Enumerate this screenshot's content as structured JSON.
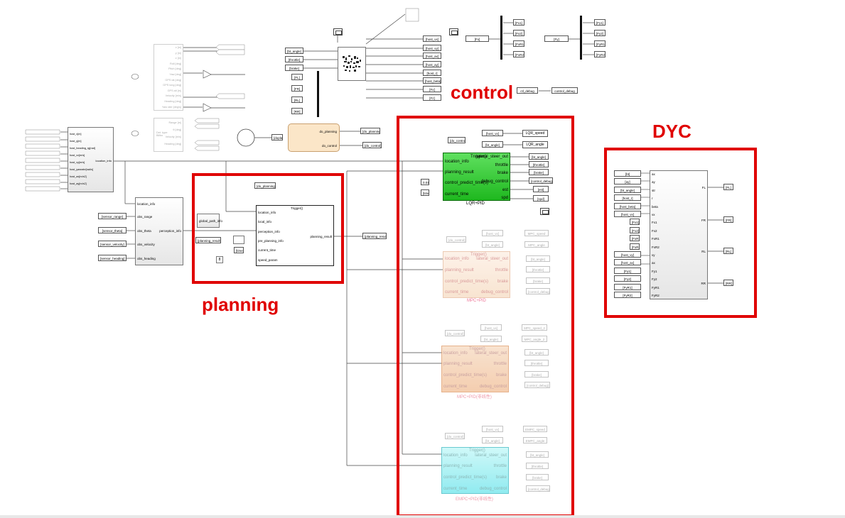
{
  "labels": {
    "control": "control",
    "dyc": "DYC",
    "planning": "planning"
  },
  "colors": {
    "highlight_red": "#e00000",
    "lqr_green": "#22c422",
    "mpc_orange": "#f5c9a8",
    "mpc_peach": "#f3d9c0",
    "empc_cyan": "#9ef0f0",
    "planning_peach": "#fbe6c8"
  },
  "feed_tags": {
    "top": [
      "[bt_angle]",
      "[throttle]",
      "[brake]"
    ],
    "wheels": [
      "[FL]",
      "[FR]",
      "[RL]",
      "[RR]"
    ],
    "sensor": [
      "[sensor_range]",
      "[sensor_theta]",
      "[sensor_velocity]",
      "[sensor_heading]"
    ],
    "plant_out": [
      "[host_vx]",
      "[host_vy]",
      "[host_ax]",
      "[host_ay]",
      "[host_r]",
      "[host_beta]",
      "[Fx]",
      "[Fz]"
    ],
    "fx_bus": "[Fx]",
    "fx_outs": [
      "[Fx1]",
      "[Fx2]",
      "[FxR1]",
      "[FxR2]"
    ],
    "fy_bus": "[Fy]",
    "fy_outs": [
      "[Fy1]",
      "[Fy2]",
      "[FyR1]",
      "[FyR2]"
    ],
    "ctrl_debug_in": "ctl_debug",
    "ctrl_debug_out": "control_debug",
    "dopla": "[dopla]",
    "do_planning": "[do_planning]",
    "do_control": "[do_control]"
  },
  "location_block": {
    "inputs": [
      "host_x[m]",
      "host_y[m]",
      "host_heading_rg[rad]",
      "host_vx[m/s]",
      "host_vy[m/s]",
      "host_yawrate[rad/s]",
      "host_ax[m/s2]",
      "host_ay[m/s2]"
    ],
    "output": "location_info"
  },
  "perception_block": {
    "inputs": [
      "obs_range",
      "obs_theta",
      "obs_velocity",
      "obs_heading"
    ],
    "top_input": "location_info",
    "output": "perception_info"
  },
  "sensor_panel": {
    "rows": [
      "x [m]",
      "y [m]",
      "z [m]",
      "Roll [deg]",
      "Pitch [deg]",
      "Yaw [deg]",
      "GPS lat [deg]",
      "GPS long [deg]",
      "GPS alt [m]",
      "Velocity [m/s]",
      "Heading [deg]",
      "Yaw rate [deg/s]"
    ]
  },
  "radar_panel": {
    "rows": [
      "Range [m]",
      "θ [deg]",
      "Velocity [m/s]",
      "Heading [deg]"
    ],
    "left": "Det. type: Billbo",
    "right": "θ [deg]"
  },
  "scheduler": {
    "out1": "do_planning",
    "out2": "do_control"
  },
  "planning_block": {
    "trigger": "Trigger()",
    "inputs": [
      "location_info",
      "local_info",
      "perception_info",
      "pre_planning_info",
      "current_time",
      "speed_param"
    ],
    "output": "planning_result",
    "left_tags": [
      "global_path_info",
      "[planning_result]",
      "[time]"
    ],
    "top_tag": "[do_planning]",
    "const": "8",
    "out_tag": "[planning_result]"
  },
  "controllers": [
    {
      "name": "LQR+PID",
      "trigger": "Trigger()",
      "inputs": [
        "location_info",
        "planning_result",
        "control_predict_time(s)",
        "current_time"
      ],
      "outputs": [
        "lateral_steer_out",
        "throttle",
        "brake",
        "debug_control",
        "est",
        "spd"
      ],
      "out_tags": [
        "[bt_angle]",
        "[throttle]",
        "[brake]",
        "[control_debug]",
        "[est]",
        "[spd]"
      ],
      "top_tags": [
        "[host_vx]",
        "[bt_angle]"
      ],
      "top_outs": [
        "LQR_speed",
        "LQR_angle"
      ],
      "do_tag": "[do_control]",
      "const": "0.01",
      "time_tag": "[time]"
    },
    {
      "name": "MPC+PID",
      "trigger": "Trigger()",
      "inputs": [
        "location_info",
        "planning_result",
        "control_predict_time(s)",
        "current_time"
      ],
      "outputs": [
        "lateral_steer_out",
        "throttle",
        "brake",
        "debug_control"
      ],
      "out_tags": [
        "[bt_angle]",
        "[throttle]",
        "[brake]",
        "[control_debug]"
      ],
      "top_tags": [
        "[host_vx]",
        "[bt_angle]"
      ],
      "top_outs": [
        "MPC_speed",
        "MPC_angle"
      ],
      "do_tag": "[do_control]"
    },
    {
      "name": "MPC+PID(非线性)",
      "trigger": "Trigger()",
      "inputs": [
        "location_info",
        "planning_result",
        "control_predict_time(s)",
        "current_time"
      ],
      "outputs": [
        "lateral_steer_out",
        "throttle",
        "brake",
        "debug_control"
      ],
      "out_tags": [
        "[bt_angle]",
        "[throttle]",
        "[brake]",
        "[control_debug]"
      ],
      "top_tags": [
        "[host_vx]",
        "[bt_angle]"
      ],
      "top_outs": [
        "MPC_speed_2",
        "MPC_angle_2"
      ],
      "do_tag": "[do_control]"
    },
    {
      "name": "EMPC+PID(非线性)",
      "trigger": "Trigger()",
      "inputs": [
        "location_info",
        "planning_result",
        "control_predict_time(s)",
        "current_time"
      ],
      "outputs": [
        "lateral_steer_out",
        "throttle",
        "brake",
        "debug_control"
      ],
      "out_tags": [
        "[bt_angle]",
        "[throttle]",
        "[brake]",
        "[control_debug]"
      ],
      "top_tags": [
        "[host_vx]",
        "[bt_angle]"
      ],
      "top_outs": [
        "EMPC_speed",
        "EMPC_angle"
      ],
      "do_tag": "[do_control]"
    }
  ],
  "dyc_block": {
    "in_tags": [
      "[bt]",
      "[ay]",
      "[bt_angle]",
      "[host_r]",
      "[host_beta]",
      "[host_vx]",
      "[Fx1]",
      "[Fx2]",
      "[FxR1]",
      "[FxR2]",
      "[host_vy]",
      "[host_ax]",
      "[Fy1]",
      "[Fy2]",
      "[FyR1]",
      "[FyR2]"
    ],
    "in_ports": [
      "ax",
      "ay",
      "str",
      "r",
      "beta",
      "vx",
      "Fx1",
      "Fx2",
      "FxR1",
      "FxR2",
      "vy",
      "ax",
      "Fy1",
      "Fy2",
      "FyR1",
      "FyR2"
    ],
    "out_ports": [
      "FL",
      "FR",
      "RL",
      "RR"
    ],
    "out_tags": [
      "[FL]",
      "[FR]",
      "[RL]",
      "[RR]"
    ]
  }
}
